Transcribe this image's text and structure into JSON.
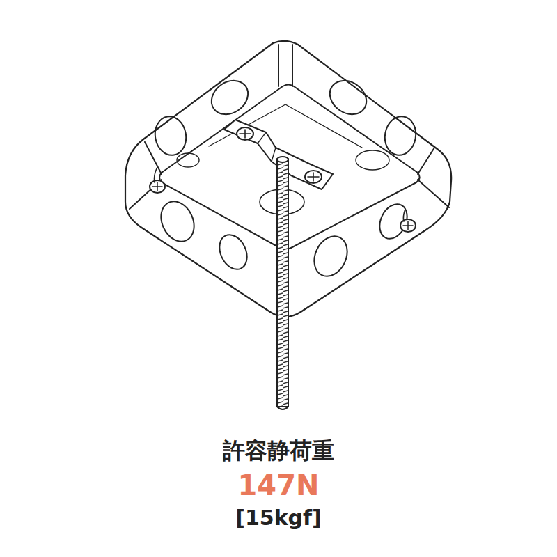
{
  "diagram": {
    "labels": [
      "許容静荷重",
      "147N",
      "[15kgf]"
    ]
  }
}
